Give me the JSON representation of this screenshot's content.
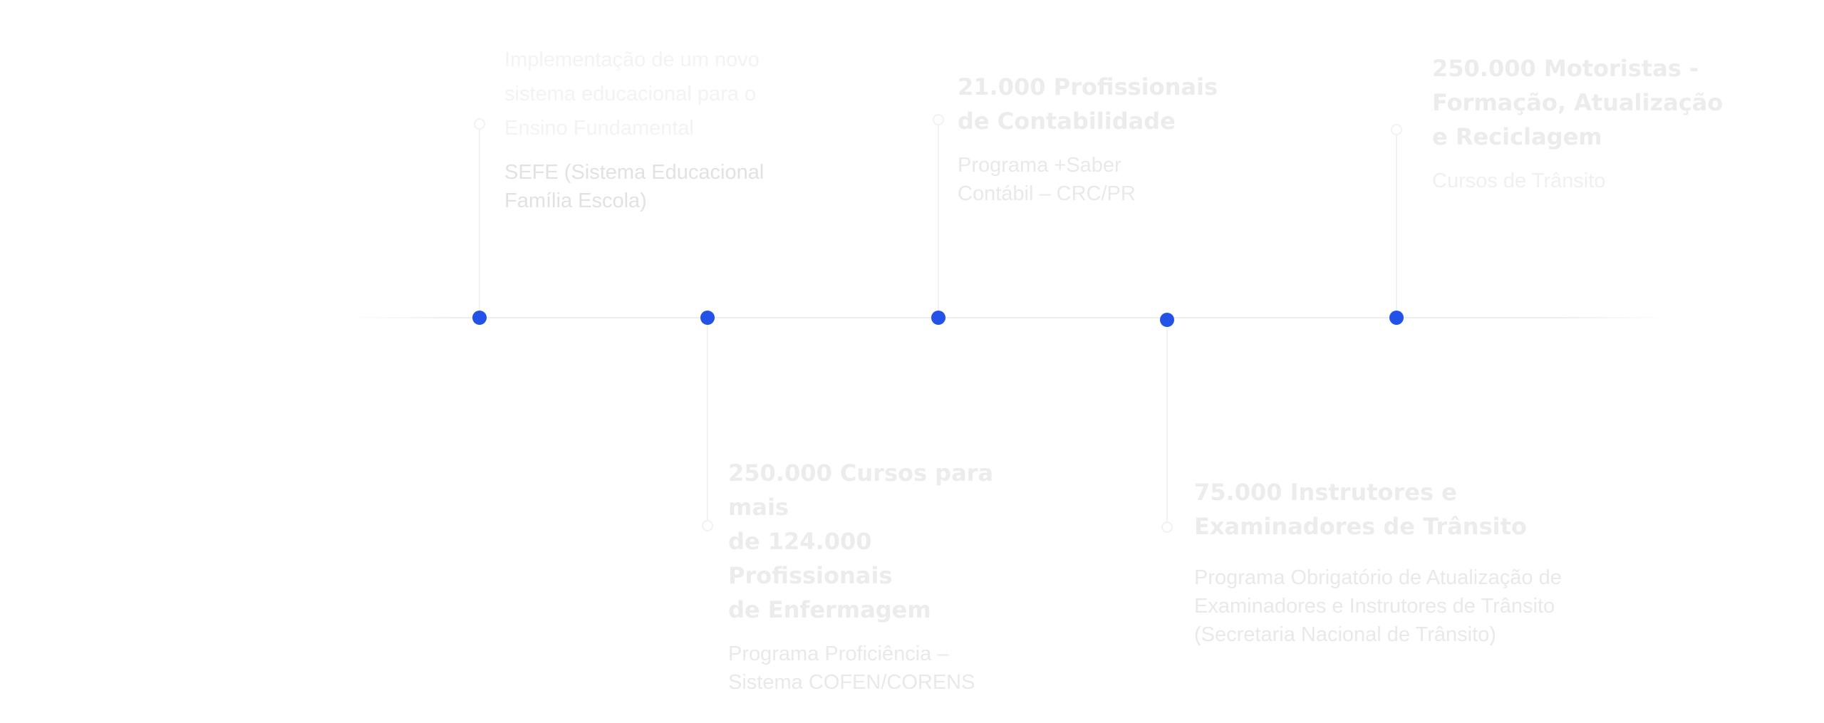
{
  "accent_color": "#2352e8",
  "milestones": [
    {
      "position": "top",
      "title": "Implementação de um novo sistema educacional para o Ensino Fundamental",
      "subtitle": "SEFE (Sistema Educacional\nFamília Escola)"
    },
    {
      "position": "bottom",
      "title": "250.000 Cursos para mais\nde 124.000 Profissionais\nde Enfermagem",
      "subtitle": "Programa Proficiência –\nSistema COFEN/CORENS"
    },
    {
      "position": "top",
      "title": "21.000 Profissionais\nde Contabilidade",
      "subtitle": "Programa +Saber\nContábil – CRC/PR"
    },
    {
      "position": "bottom",
      "title": "75.000 Instrutores e\nExaminadores de Trânsito",
      "subtitle": "Programa Obrigatório de Atualização de\nExaminadores e Instrutores de Trânsito\n(Secretaria Nacional de Trânsito)"
    },
    {
      "position": "top",
      "title": "250.000 Motoristas -\nFormação, Atualização\ne Reciclagem",
      "subtitle": "Cursos de Trânsito"
    }
  ]
}
